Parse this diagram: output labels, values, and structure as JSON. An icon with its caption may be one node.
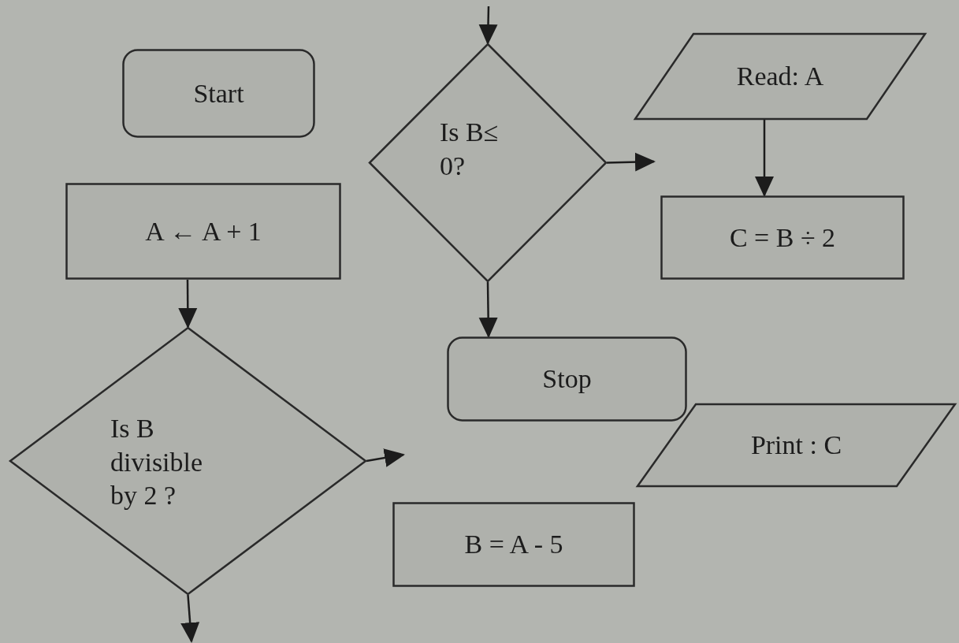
{
  "diagram": {
    "nodes": [
      {
        "text": [
          "Start"
        ]
      },
      {
        "text": [
          "A ← A + 1"
        ]
      },
      {
        "text": [
          "Is B divisible by 2 ?"
        ]
      },
      {
        "text": [
          "Is B≤ 0?"
        ]
      },
      {
        "text": [
          "Read: A"
        ]
      },
      {
        "text": [
          "C = B ÷ 2"
        ]
      },
      {
        "text": [
          "Stop"
        ]
      },
      {
        "text": [
          "Print : C"
        ]
      },
      {
        "text": [
          "B = A - 5"
        ]
      }
    ],
    "edges": [
      {
        "from": null,
        "to": 3,
        "arrow": "to"
      },
      {
        "from": 3,
        "to": null,
        "arrow": "to"
      },
      {
        "from": 3,
        "to": 6,
        "arrow": "to"
      },
      {
        "from": 4,
        "to": 5,
        "arrow": "to"
      },
      {
        "from": 1,
        "to": 2,
        "arrow": "to"
      },
      {
        "from": 2,
        "to": null,
        "arrow": "to"
      },
      {
        "from": 2,
        "to": null,
        "arrow": "to"
      }
    ]
  }
}
